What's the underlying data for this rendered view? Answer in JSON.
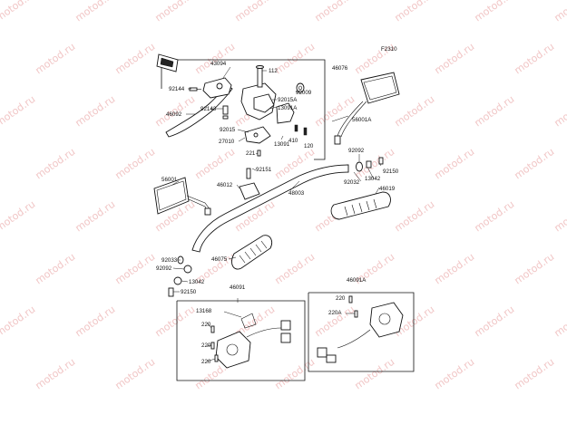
{
  "figure_code": "F2310",
  "watermark_text": "motod.ru",
  "part_labels": {
    "p46076": "46076",
    "p43094": "43094",
    "p112": "112",
    "p92144": "92144",
    "p92009": "92009",
    "p92015A": "92015A",
    "p13091A": "13091A",
    "p92143": "92143",
    "p46092": "46092",
    "p56001A": "56001A",
    "p92015": "92015",
    "p410": "410",
    "p27010": "27010",
    "p13091": "13091",
    "p120": "120",
    "p221": "221",
    "p92151": "92151",
    "p92092a": "92092",
    "p92150a": "92150",
    "p46012": "46012",
    "p48003": "48003",
    "p13042a": "13042",
    "p92032": "92032",
    "p46019": "46019",
    "p56001": "56001",
    "p92033": "92033",
    "p92092b": "92092",
    "p46075": "46075",
    "p13042b": "13042",
    "p92150b": "92150",
    "p46091": "46091",
    "p46091A": "46091A",
    "p13168": "13168",
    "p220a": "220",
    "p220b": "220",
    "p220c": "220",
    "p220d": "220",
    "p220A": "220A"
  },
  "colors": {
    "line": "#111111",
    "watermark": "#f1c6c6",
    "background": "#ffffff"
  }
}
